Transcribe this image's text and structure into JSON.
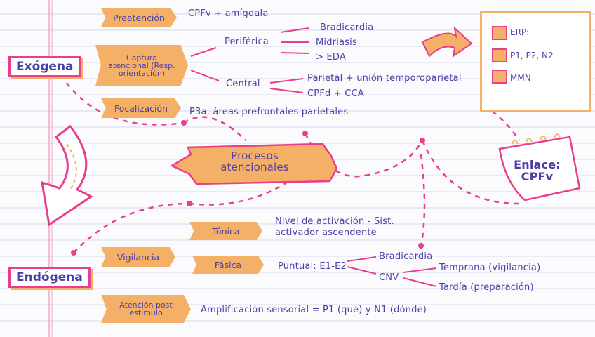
{
  "exogena": "Exógena",
  "endogena": "Endógena",
  "central_title": "Procesos atencionales",
  "enlace": "Enlace: CPFv",
  "exo": {
    "preatencion": "Preatención",
    "preatencion_desc": "CPFv + amígdala",
    "captura": "Captura atencional (Resp. orientación)",
    "periferica": "Periférica",
    "bradicardia": "Bradicardia",
    "midriasis": "Midriasis",
    "eda": "> EDA",
    "central": "Central",
    "parietal": "Parietal + unión temporoparietal",
    "cpfd": "CPFd + CCA",
    "focalizacion": "Focalización",
    "focalizacion_desc": "P3a, áreas prefrontales parietales"
  },
  "note": {
    "items": [
      "ERP:",
      "P1, P2, N2",
      "MMN"
    ]
  },
  "endo": {
    "tonica": "Tónica",
    "tonica_desc_1": "Nivel de activación - Sist.",
    "tonica_desc_2": "activador ascendente",
    "vigilancia": "Vigilancia",
    "fasica": "Fásica",
    "puntual": "Puntual: E1-E2",
    "bradicardia": "Bradicardia",
    "cnv": "CNV",
    "temprana": "Temprana (vigilancia)",
    "tardia": "Tardía (preparación)",
    "post": "Atención post estímulo",
    "post_desc": "Amplificación sensorial = P1 (qué) y N1 (dónde)"
  },
  "colors": {
    "accent": "#e83e8c",
    "orange": "#f4b066",
    "text": "#4b3ea6"
  }
}
